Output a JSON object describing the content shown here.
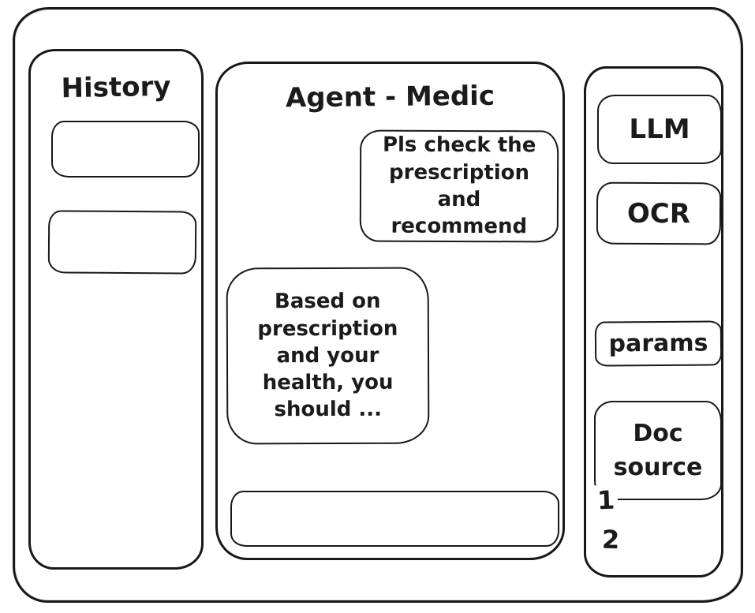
{
  "history_panel": {
    "title": "History",
    "items": [
      "",
      ""
    ]
  },
  "chat_panel": {
    "title": "Agent - Medic",
    "messages": [
      {
        "role": "user",
        "text": "Pls check the prescription and recommend"
      },
      {
        "role": "agent",
        "text": "Based on prescription and your health, you should ..."
      }
    ],
    "input": {
      "value": "",
      "placeholder": ""
    }
  },
  "tools_panel": {
    "buttons": [
      {
        "label": "LLM"
      },
      {
        "label": "OCR"
      },
      {
        "label": "params"
      },
      {
        "label": "Doc source"
      }
    ],
    "doc_source_list": [
      "1",
      "2"
    ]
  },
  "colors": {
    "ink": "#181818",
    "background": "#ffffff"
  }
}
